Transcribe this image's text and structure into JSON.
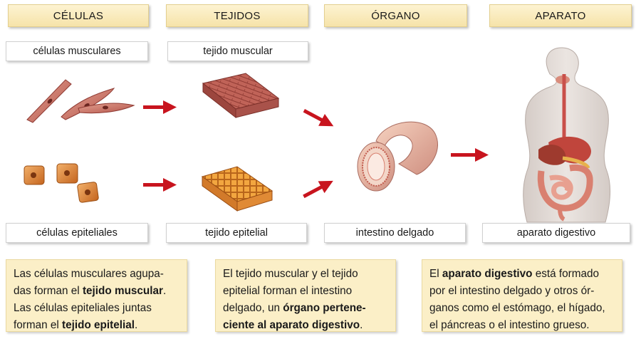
{
  "headers": [
    "CÉLULAS",
    "TEJIDOS",
    "ÓRGANO",
    "APARATO"
  ],
  "labels": {
    "muscle_cells": "células musculares",
    "muscle_tissue": "tejido muscular",
    "epithelial_cells": "células epiteliales",
    "epithelial_tissue": "tejido epitelial",
    "organ": "intestino delgado",
    "system": "aparato digestivo"
  },
  "text_boxes": [
    {
      "l1": "Las células musculares agupa-",
      "l2a": "das forman el ",
      "l2b": "tejido muscular",
      "l2c": ".",
      "l3": "Las células epiteliales juntas",
      "l4a": "forman el ",
      "l4b": "tejido epitelial",
      "l4c": "."
    },
    {
      "l1": "El tejido muscular y el tejido",
      "l2": "epitelial forman el intestino",
      "l3a": "delgado, un ",
      "l3b": "órgano pertene-",
      "l4a": "ciente al aparato digestivo",
      "l4b": "."
    },
    {
      "l1a": "El ",
      "l1b": "aparato digestivo",
      "l1c": " está formado",
      "l2": "por el intestino delgado y otros ór-",
      "l3": "ganos como el estómago, el hígado,",
      "l4": "el páncreas o el intestino grueso."
    }
  ],
  "colors": {
    "header_bg": "#f6e3a9",
    "text_box_bg": "#fbefc7",
    "arrow": "#c8141e"
  }
}
